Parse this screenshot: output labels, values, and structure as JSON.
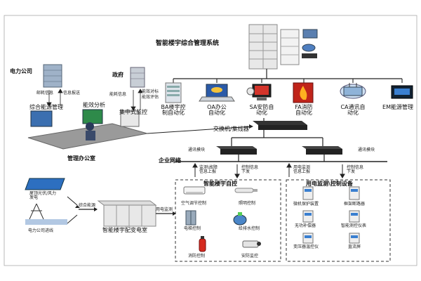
{
  "title": "智能楼宇综合管理系统",
  "left": {
    "power_company": "电力公司",
    "government": "政府",
    "energy_mgmt": "综合能源管理",
    "efficiency_analysis": "能效分析",
    "central_monitor": "集中式监控",
    "office": "管理办公室",
    "pc_labels": {
      "tariff": "邮耗信息",
      "info_report": "信息报送"
    },
    "gov_labels": {
      "tariff": "能耗信息",
      "eff_stats": "能效对标",
      "eff_assess": "能效评估"
    }
  },
  "subsystems": [
    {
      "label": "BA楼宇控\n制自动化"
    },
    {
      "label": "OA办公\n自动化"
    },
    {
      "label": "SA安防自\n动化"
    },
    {
      "label": "FA消防\n自动化"
    },
    {
      "label": "CA通讯自\n动化"
    },
    {
      "label": "EM能源管理"
    }
  ],
  "switch": "交换机/集线器",
  "network": "企业网络",
  "comm_module_1": "通讯模块",
  "comm_module_2": "通讯模块",
  "flow_labels": {
    "l_up": "监测\\故障\n信息上报",
    "l_down": "控制信息\n下发",
    "r_up": "用电监测\n信息上报",
    "r_down": "控制信息\n下发"
  },
  "bms": {
    "title": "智能楼宇自控",
    "items": [
      "空气调节控制",
      "照明控制",
      "电梯控制",
      "给排水控制",
      "消防控制",
      "安防监控"
    ]
  },
  "meters": {
    "title": "用电监测\\控制设备",
    "items": [
      "微机保护装置",
      "框架断路器",
      "无功补偿器",
      "智能测控仪表",
      "变压器温控仪",
      "直流屏"
    ]
  },
  "bottom_left": {
    "solar": "屋顶光伏/风力\n发电",
    "grid": "电力公司进线",
    "energy": "综合能源",
    "substation": "智能楼宇配变电室",
    "power_monitor": "用电监测"
  }
}
